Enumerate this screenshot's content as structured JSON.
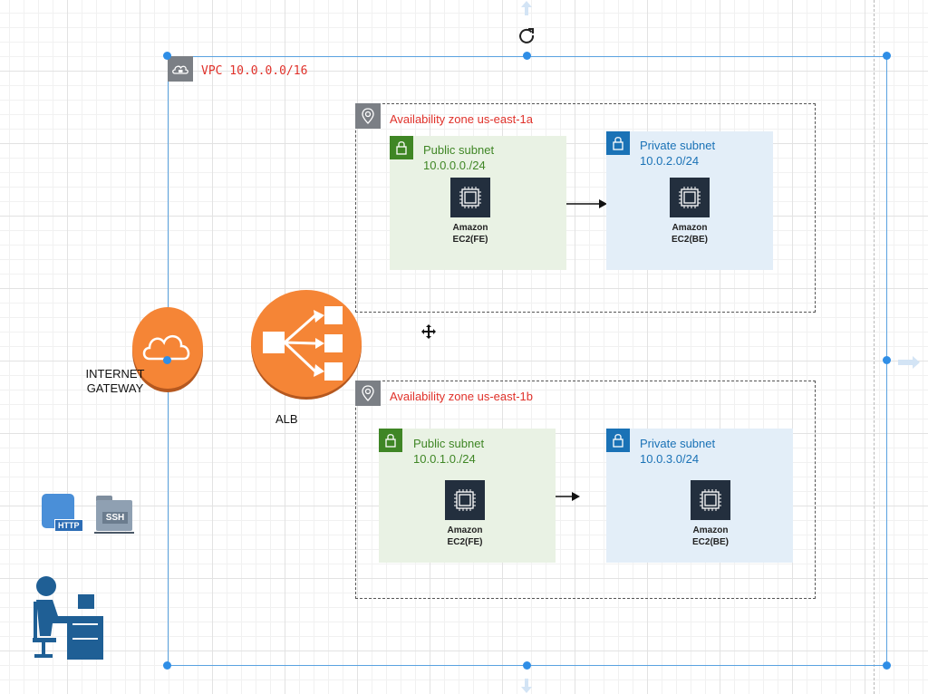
{
  "vpc": {
    "label": "VPC 10.0.0.0/16"
  },
  "zones": [
    {
      "label": "Availability zone us-east-1a",
      "public": {
        "title": "Public subnet",
        "cidr": "10.0.0.0./24",
        "ec2": [
          "Amazon",
          "EC2(FE)"
        ]
      },
      "private": {
        "title": "Private subnet",
        "cidr": "10.0.2.0/24",
        "ec2": [
          "Amazon",
          "EC2(BE)"
        ]
      }
    },
    {
      "label": "Availability zone us-east-1b",
      "public": {
        "title": "Public subnet",
        "cidr": "10.0.1.0./24",
        "ec2": [
          "Amazon",
          "EC2(FE)"
        ]
      },
      "private": {
        "title": "Private subnet",
        "cidr": "10.0.3.0/24",
        "ec2": [
          "Amazon",
          "EC2(BE)"
        ]
      }
    }
  ],
  "internet_gateway": {
    "label_line1": "INTERNET",
    "label_line2": "GATEWAY"
  },
  "alb": {
    "label": "ALB"
  },
  "badges": {
    "http": "HTTP",
    "ssh": "SSH"
  },
  "colors": {
    "vpc_border": "#5aa2e0",
    "az_label": "#e0312a",
    "public_green": "#3f8625",
    "private_blue": "#1a72b6",
    "ec2_dark": "#232f3e",
    "orange": "#f58536",
    "user_blue": "#1f5f95"
  },
  "icons": [
    "cloud-lock-icon",
    "location-pin-icon",
    "lock-icon",
    "ec2-instance-icon",
    "internet-gateway-icon",
    "load-balancer-icon",
    "http-document-icon",
    "ssh-folder-icon",
    "user-at-desk-icon",
    "rotate-icon",
    "move-icon",
    "arrow-right-icon"
  ]
}
